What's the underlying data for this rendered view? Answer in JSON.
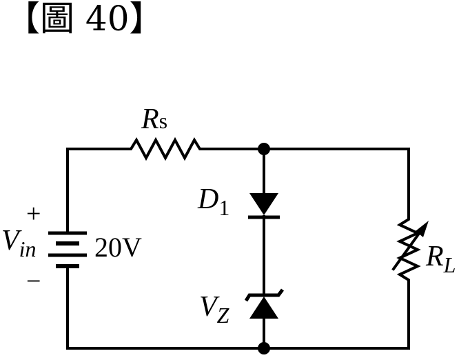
{
  "figure": {
    "title": "【圖 40】"
  },
  "components": {
    "source": {
      "name": "V",
      "subscript": "in",
      "value": "20V",
      "plus": "+",
      "minus": "−"
    },
    "series_resistor": {
      "name": "R",
      "subscript": "s"
    },
    "diode": {
      "name": "D",
      "subscript": "1"
    },
    "zener": {
      "name": "V",
      "subscript": "Z"
    },
    "load": {
      "name": "R",
      "subscript": "L"
    }
  }
}
